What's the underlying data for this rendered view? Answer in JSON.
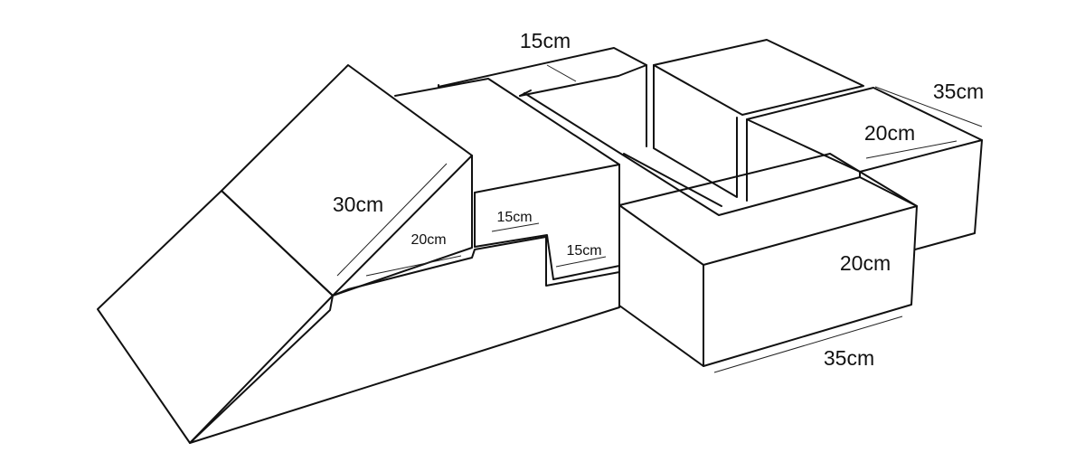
{
  "stroke_color": "#111111",
  "background_color": "#ffffff",
  "labels": {
    "top_length": "15cm",
    "right_depth": "35cm",
    "right_block_height": "20cm",
    "front_block_height": "20cm",
    "front_block_length": "35cm",
    "slope_length": "30cm",
    "slope_height": "20cm",
    "step_upper": "15cm",
    "step_lower": "15cm"
  }
}
